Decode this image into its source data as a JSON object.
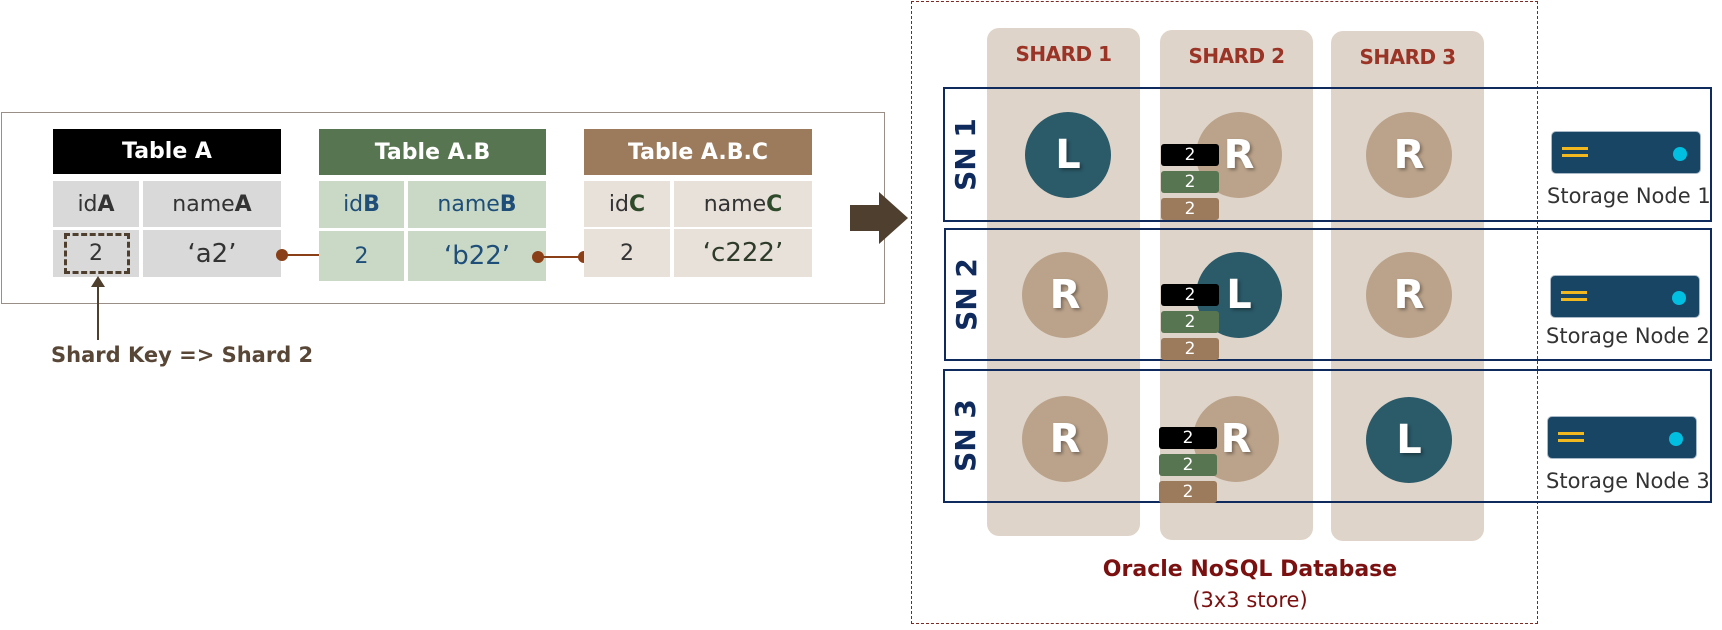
{
  "tables": [
    {
      "title": "Table A",
      "color": "#000000",
      "columns": [
        {
          "prefix": "id",
          "suffix": "A"
        },
        {
          "prefix": "name",
          "suffix": "A"
        }
      ],
      "row": [
        "2",
        "‘a2’"
      ]
    },
    {
      "title": "Table A.B",
      "color": "#587552",
      "columns": [
        {
          "prefix": "id",
          "suffix": "B"
        },
        {
          "prefix": "name",
          "suffix": "B"
        }
      ],
      "row": [
        "2",
        "‘b22’"
      ]
    },
    {
      "title": "Table A.B.C",
      "color": "#9c7b5c",
      "columns": [
        {
          "prefix": "id",
          "suffix": "C"
        },
        {
          "prefix": "name",
          "suffix": "C"
        }
      ],
      "row": [
        "2",
        "‘c222’"
      ]
    }
  ],
  "shard_key_label": "Shard Key => Shard 2",
  "shards": [
    {
      "label": "SHARD 1"
    },
    {
      "label": "SHARD 2"
    },
    {
      "label": "SHARD 3"
    }
  ],
  "storage_nodes": [
    {
      "label": "SN 1",
      "name": "Storage Node 1",
      "roles": [
        "L",
        "R",
        "R"
      ]
    },
    {
      "label": "SN 2",
      "name": "Storage Node 2",
      "roles": [
        "R",
        "L",
        "R"
      ]
    },
    {
      "label": "SN 3",
      "name": "Storage Node 3",
      "roles": [
        "R",
        "R",
        "L"
      ]
    }
  ],
  "records": [
    "2",
    "2",
    "2"
  ],
  "database": {
    "title": "Oracle NoSQL Database",
    "subtitle": "(3x3 store)"
  },
  "colors": {
    "leader": "#2b5a69",
    "replica": "#bba38b",
    "shard_label": "#9a3427",
    "sn_border": "#0f2a5c",
    "db_title": "#7a1010"
  }
}
